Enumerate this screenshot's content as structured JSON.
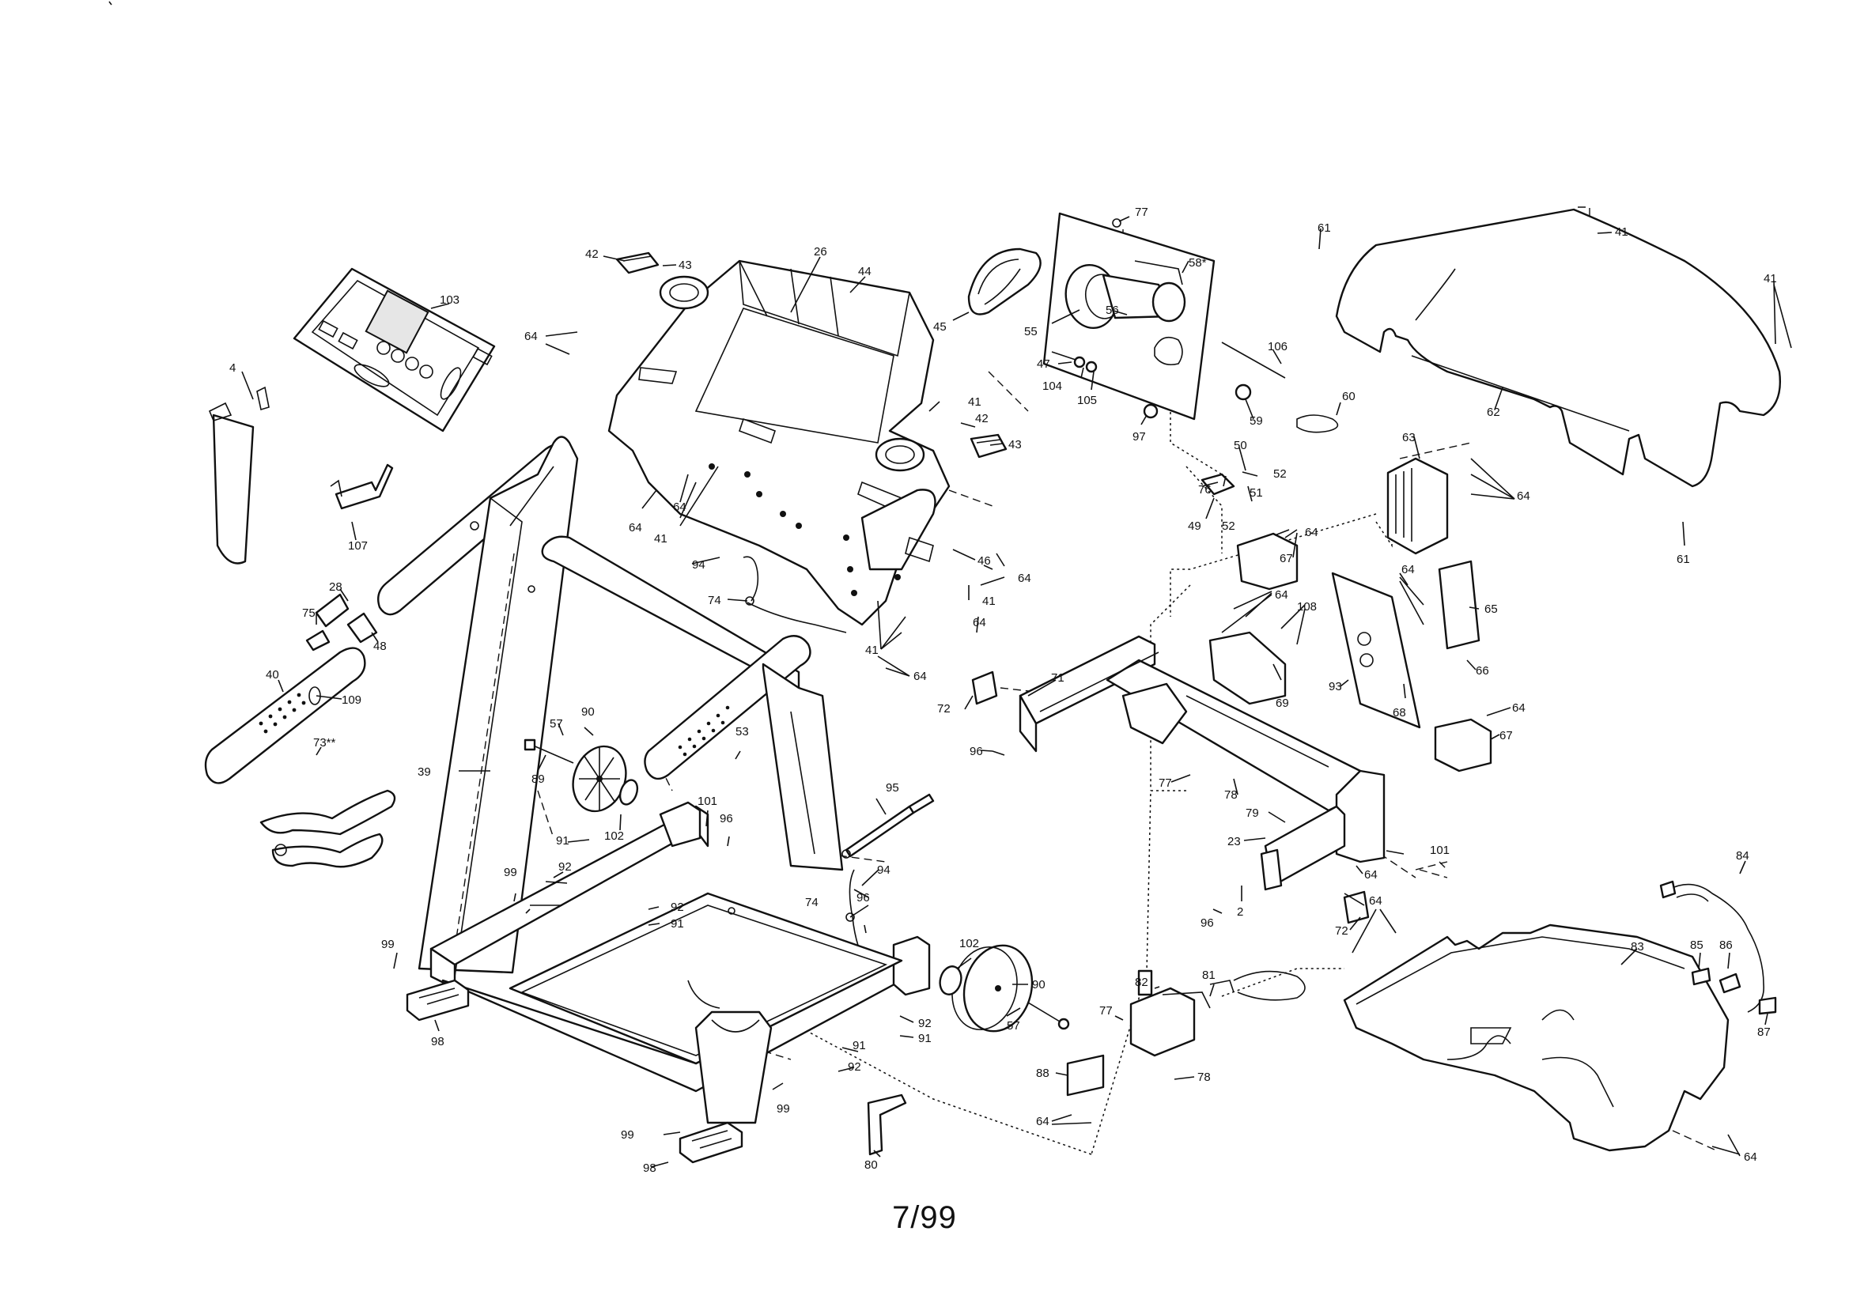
{
  "page": {
    "number": "7/99"
  },
  "callouts": {
    "c103": "103",
    "c4": "4",
    "c107": "107",
    "c28": "28",
    "c75": "75",
    "c48": "48",
    "c40": "40",
    "c109": "109",
    "c73": "73**",
    "c39": "39",
    "c57a": "57",
    "c90a": "90",
    "c89": "89",
    "c102a": "102",
    "c101a": "101",
    "c96a": "96",
    "c91a": "91",
    "c92a": "92",
    "c99a": "99",
    "c92b": "92",
    "c91b": "91",
    "c99b": "99",
    "c98a": "98",
    "c42a": "42",
    "c43a": "43",
    "c26": "26",
    "c44": "44",
    "c64a": "64",
    "c64b": "64",
    "c64c": "64",
    "c41a": "41",
    "c41b": "41",
    "c42b": "42",
    "c43b": "43",
    "c46": "46",
    "c64d": "64",
    "c41c": "41",
    "c94a": "94",
    "c74a": "74",
    "c41d": "41",
    "c64e": "64",
    "c53": "53",
    "c64f": "64",
    "c72a": "72",
    "c96b": "96",
    "c95": "95",
    "c94b": "94",
    "c74b": "74",
    "c96c": "96",
    "c102b": "102",
    "c90b": "90",
    "c57b": "57",
    "c92c": "92",
    "c91c": "91",
    "c91d": "91",
    "c92d": "92",
    "c99c": "99",
    "c99d": "99",
    "c98b": "98",
    "c80": "80",
    "c77a": "77",
    "c58": "58*",
    "c45": "45",
    "c55": "55",
    "c56": "56",
    "c47": "47",
    "c104": "104",
    "c105": "105",
    "c97": "97",
    "c106": "106",
    "c59": "59",
    "c60": "60",
    "c61a": "61",
    "c41e": "41",
    "c41f": "41",
    "c62": "62",
    "c61b": "61",
    "c63": "63",
    "c64g": "64",
    "c50": "50",
    "c52a": "52",
    "c76": "76",
    "c51": "51",
    "c49": "49",
    "c52b": "52",
    "c64h": "64",
    "c67a": "67",
    "c64i": "64",
    "c108": "108",
    "c69": "69",
    "c64j": "64",
    "c65": "65",
    "c66": "66",
    "c93": "93",
    "c68": "68",
    "c71": "71",
    "c64k": "64",
    "c67b": "67",
    "c77b": "77",
    "c78a": "78",
    "c79": "79",
    "c23": "23",
    "c101b": "101",
    "c64l": "64",
    "c2": "2",
    "c96d": "96",
    "c72b": "72",
    "c64m": "64",
    "c84": "84",
    "c83": "83",
    "c85": "85",
    "c86": "86",
    "c87": "87",
    "c81": "81",
    "c82": "82",
    "c77c": "77",
    "c78b": "78",
    "c88": "88",
    "c64n": "64",
    "c64o": "64"
  }
}
